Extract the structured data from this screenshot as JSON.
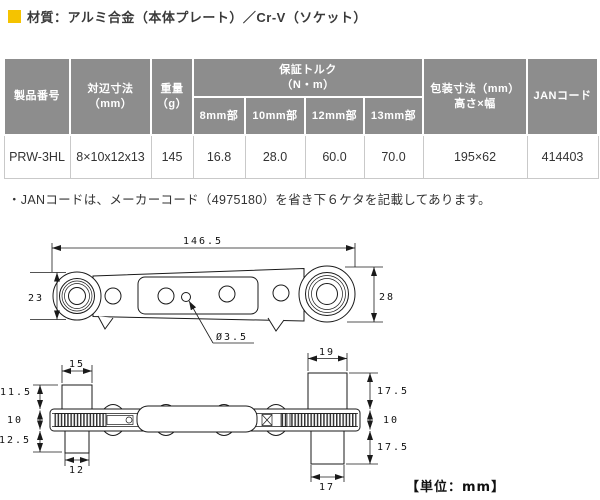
{
  "material": {
    "label": "材質：アルミ合金（本体プレート）／Cr-V（ソケット）"
  },
  "table": {
    "headers": {
      "product": "製品番号",
      "size": [
        "対辺寸法",
        "（mm）"
      ],
      "weight": [
        "重量",
        "（g）"
      ],
      "torque": [
        "保証トルク",
        "（N・m）"
      ],
      "torque_subs": [
        "8mm部",
        "10mm部",
        "12mm部",
        "13mm部"
      ],
      "package": [
        "包装寸法（mm）",
        "高さ×幅"
      ],
      "jan": "JANコード"
    },
    "row": {
      "product": "PRW-3HL",
      "size": "8×10x12x13",
      "weight": "145",
      "torque_8mm": "16.8",
      "torque_10mm": "28.0",
      "torque_12mm": "60.0",
      "torque_13mm": "70.0",
      "package": "195×62",
      "jan": "414403"
    }
  },
  "note": "・JANコードは、メーカーコード（4975180）を省き下６ケタを記載してあります。",
  "drawing": {
    "unit": "【単位：mm】",
    "plan_view": {
      "overall_length": "146.5",
      "left_head_height": "23",
      "right_head_height": "28",
      "hole_diameter": "Ø3.5"
    },
    "side_view": {
      "left_top_socket_width": "15",
      "left_top_socket_height": "11.5",
      "body_thickness": "10",
      "left_bottom_socket_height": "12.5",
      "left_bottom_socket_width": "12",
      "right_top_socket_width": "19",
      "right_top_socket_height": "17.5",
      "right_body_thickness": "10",
      "right_bottom_socket_height": "17.5",
      "right_bottom_socket_width": "17"
    }
  },
  "colors": {
    "accent_yellow": "#f5c300",
    "table_header_gray": "#8d8d8d",
    "table_border_gray": "#c9c9c9",
    "text_dark": "#333333",
    "line_black": "#1a1a1a"
  }
}
